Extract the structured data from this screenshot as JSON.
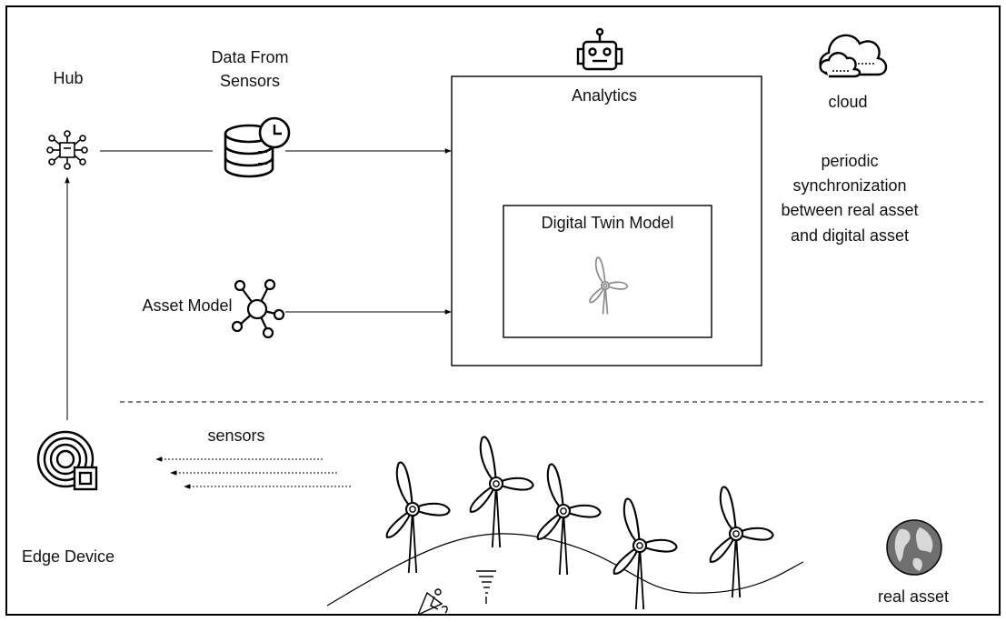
{
  "labels": {
    "hub": "Hub",
    "data_from_sensors_line1": "Data From",
    "data_from_sensors_line2": "Sensors",
    "analytics": "Analytics",
    "cloud": "cloud",
    "sync_line1": "periodic",
    "sync_line2": "synchronization",
    "sync_line3": "between real asset",
    "sync_line4": "and digital asset",
    "digital_twin_model": "Digital Twin Model",
    "asset_model": "Asset Model",
    "sensors": "sensors",
    "edge_device": "Edge Device",
    "real_asset": "real asset"
  },
  "icons": {
    "hub": "hub-icon",
    "sensor_data": "database-clock-icon",
    "analytics": "robot-icon",
    "cloud": "cloud-icon",
    "asset_model": "network-graph-icon",
    "digital_twin": "wind-turbine-icon",
    "edge_device": "edge-device-icon",
    "real_asset": "globe-icon",
    "turbines": "wind-turbine-icon",
    "surfer": "surfer-icon",
    "tornado": "tornado-icon"
  },
  "colors": {
    "line": "#000000",
    "twin_turbine": "#8a8a8a",
    "globe": "#6f6f6f"
  }
}
